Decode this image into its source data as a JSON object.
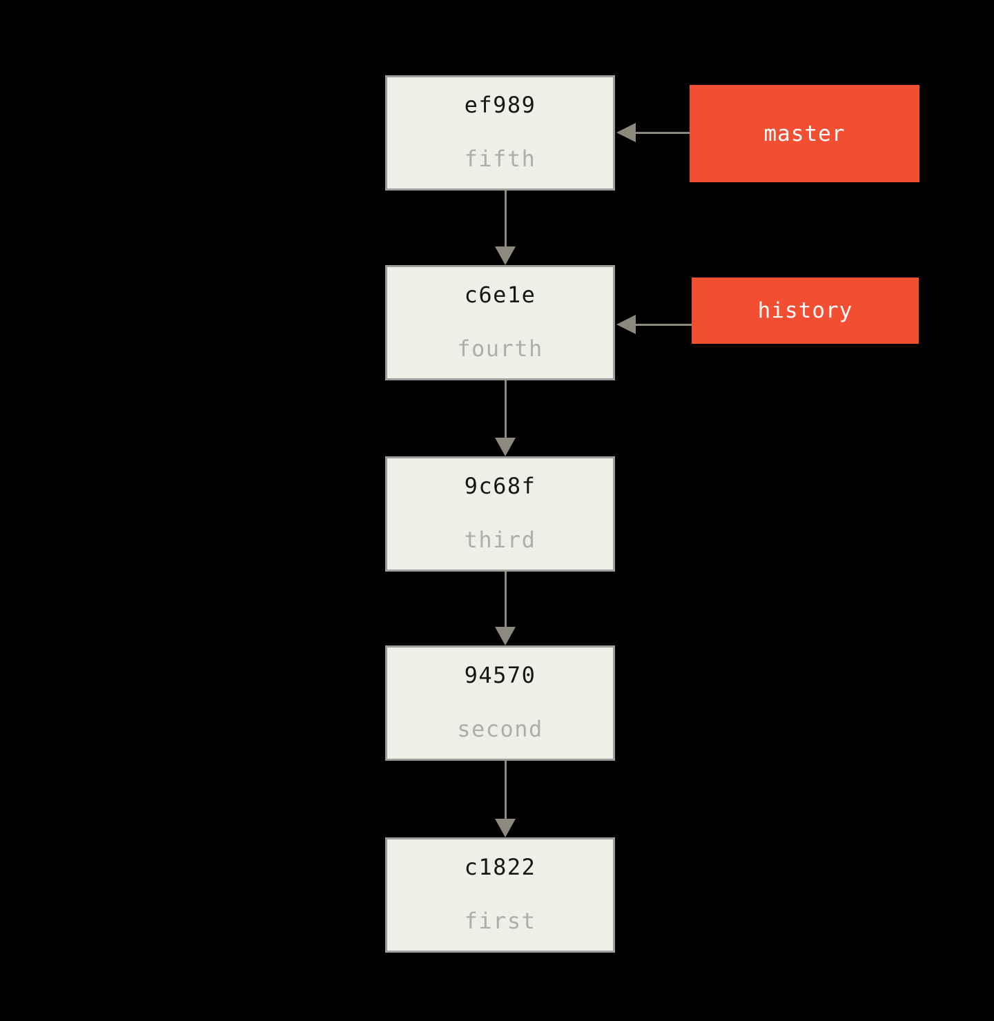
{
  "diagram": {
    "type": "git-commit-history",
    "colors": {
      "background": "#000000",
      "commit_fill": "#f0efe7",
      "commit_border": "#9e9e9c",
      "hash_text": "#161614",
      "message_text": "#aeada9",
      "branch_fill": "#f14e32",
      "branch_text": "#ffffff",
      "arrow": "#8e897f"
    },
    "commits": [
      {
        "id": "ef989",
        "message": "fifth"
      },
      {
        "id": "c6e1e",
        "message": "fourth"
      },
      {
        "id": "9c68f",
        "message": "third"
      },
      {
        "id": "94570",
        "message": "second"
      },
      {
        "id": "c1822",
        "message": "first"
      }
    ],
    "branches": [
      {
        "name": "master",
        "points_to": "ef989"
      },
      {
        "name": "history",
        "points_to": "c6e1e"
      }
    ]
  }
}
